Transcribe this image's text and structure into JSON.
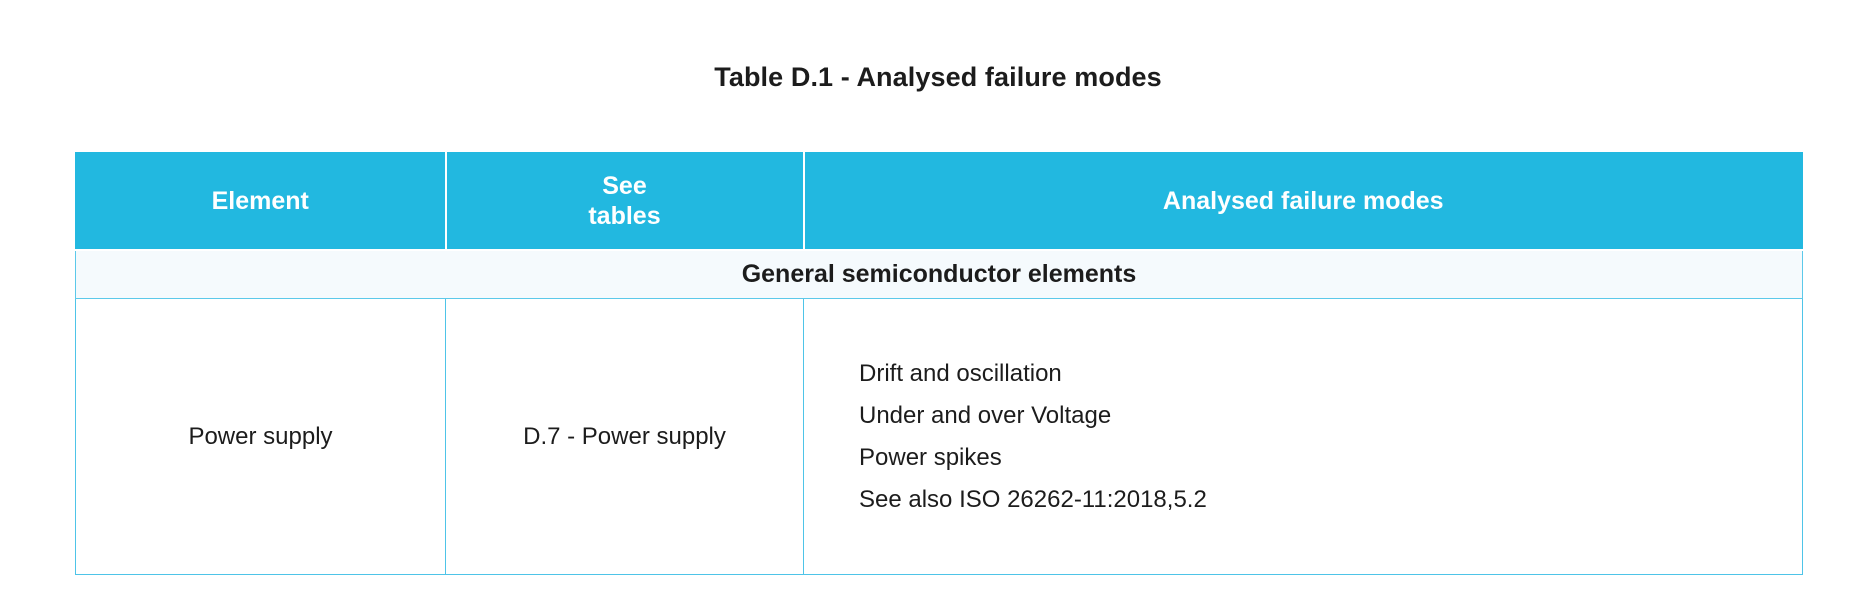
{
  "document": {
    "title": "Table D.1 - Analysed failure modes"
  },
  "colors": {
    "header_background": "#22b8e0",
    "header_text": "#ffffff",
    "section_background": "#f5fafd",
    "border": "#4ec4e8",
    "body_text": "#1c1c1c"
  },
  "table": {
    "headers": {
      "element": "Element",
      "see_tables_line1": "See",
      "see_tables_line2": "tables",
      "analysed_failure_modes": "Analysed failure modes"
    },
    "sections": [
      {
        "label": "General semiconductor elements",
        "rows": [
          {
            "element": "Power supply",
            "see_tables": "D.7 - Power supply",
            "failure_modes": [
              "Drift and oscillation",
              "Under and over Voltage",
              "Power spikes",
              "See also ISO 26262-11:2018,5.2"
            ]
          }
        ]
      }
    ]
  }
}
